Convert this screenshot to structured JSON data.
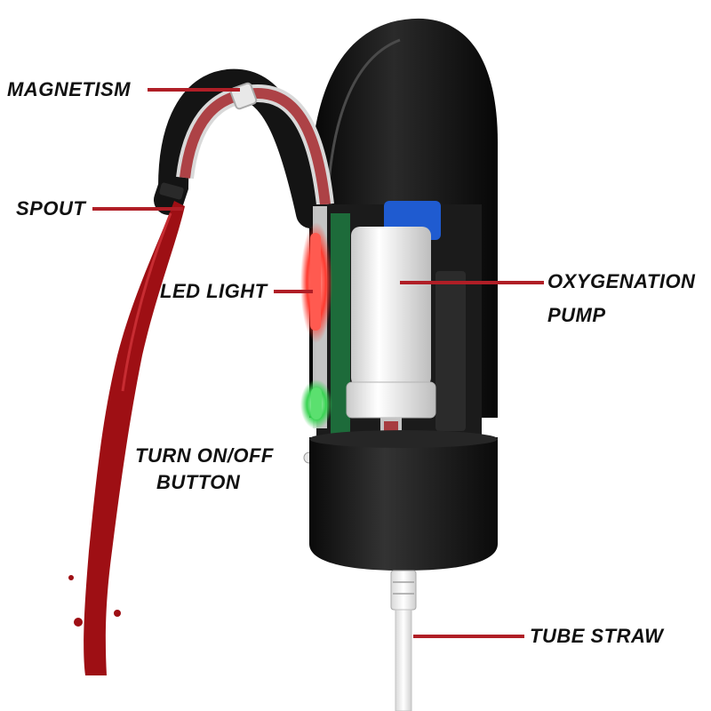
{
  "colors": {
    "leader_line": "#b01e26",
    "housing": "#141414",
    "wine": "#9e0f14",
    "pump_body": "#eeeeee",
    "led_red": "#ff3b30",
    "led_green": "#39d353",
    "motor_blue": "#1f5bd0"
  },
  "labels": {
    "magnetism": "MAGNETISM",
    "spout": "SPOUT",
    "led_light": "LED LIGHT",
    "oxygenation_line1": "OXYGENATION",
    "oxygenation_line2": "PUMP",
    "button_line1": "TURN ON/OFF",
    "button_line2": "BUTTON",
    "tube_straw": "TUBE STRAW"
  }
}
